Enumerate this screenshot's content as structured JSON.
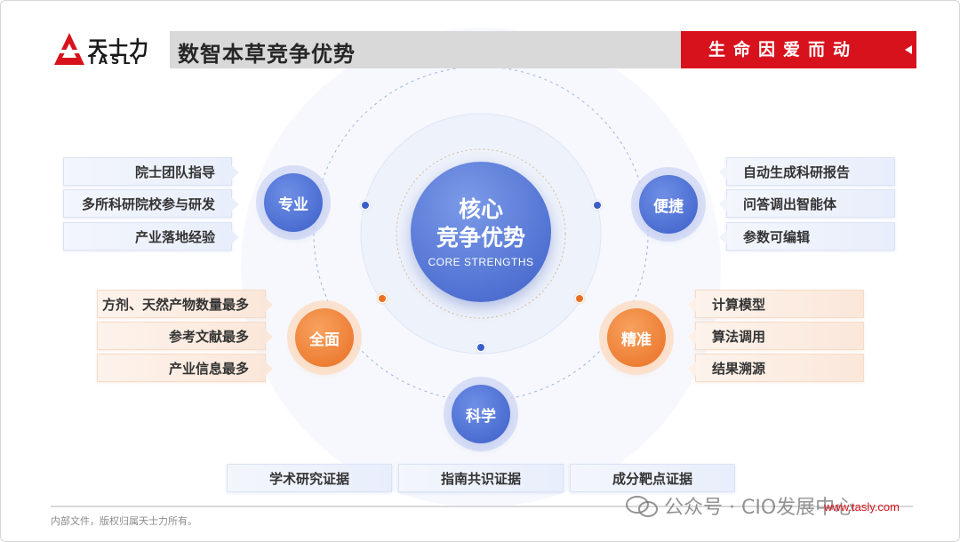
{
  "header": {
    "logo_cn": "天士力",
    "logo_en": "TASLY",
    "title": "数智本草竞争优势",
    "slogan": "生命因爱而动"
  },
  "core": {
    "line1": "核心",
    "line2": "竞争优势",
    "en": "CORE STRENGTHS"
  },
  "nodes": {
    "zhuanye": "专业",
    "bianjie": "便捷",
    "quanmian": "全面",
    "jingzhun": "精准",
    "kexue": "科学"
  },
  "zhuanye_items": [
    "院士团队指导",
    "多所科研院校参与研发",
    "产业落地经验"
  ],
  "bianjie_items": [
    "自动生成科研报告",
    "问答调出智能体",
    "参数可编辑"
  ],
  "quanmian_items": [
    "方剂、天然产物数量最多",
    "参考文献最多",
    "产业信息最多"
  ],
  "jingzhun_items": [
    "计算模型",
    "算法调用",
    "结果溯源"
  ],
  "kexue_items": [
    "学术研究证据",
    "指南共识证据",
    "成分靶点证据"
  ],
  "colors": {
    "brand_red": "#d8121c",
    "blue": "#3f61c9",
    "orange": "#ea6f23"
  },
  "footer": {
    "copyright": "内部文件，版权归属天士力所有。",
    "url": "www.tasly.com",
    "watermark": "公众号 · CIO发展中心"
  }
}
